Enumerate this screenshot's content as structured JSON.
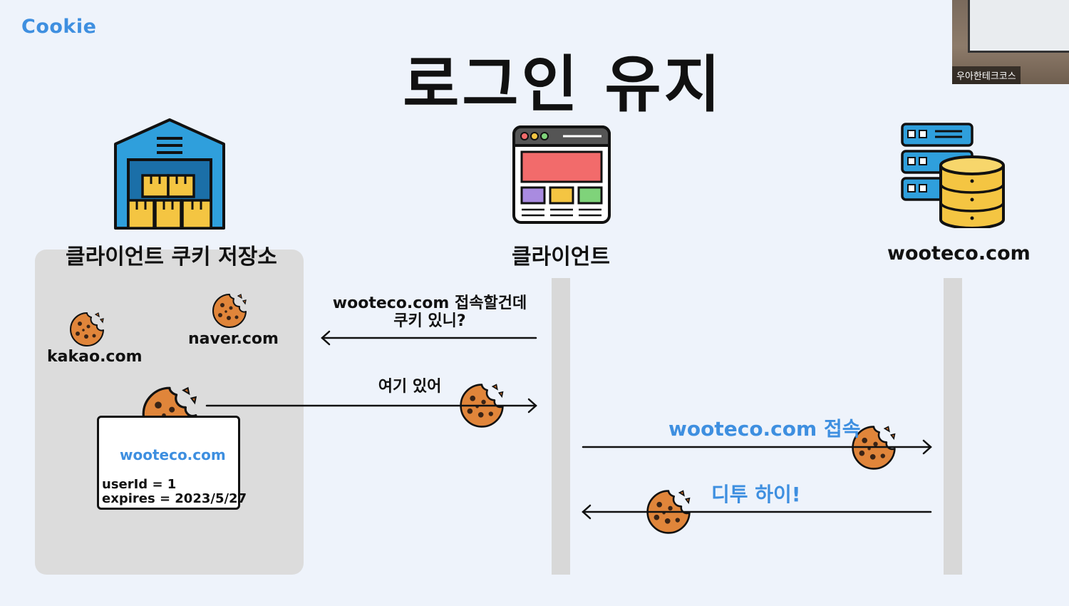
{
  "header": {
    "brand": "Cookie",
    "title": "로그인 유지"
  },
  "webcam": {
    "caption": "우아한테크코스"
  },
  "columns": {
    "storage": "클라이언트 쿠키 저장소",
    "client": "클라이언트",
    "server": "wooteco.com"
  },
  "storage": {
    "cookies": [
      {
        "domain": "kakao.com"
      },
      {
        "domain": "naver.com"
      }
    ],
    "selected_cookie": {
      "domain": "wooteco.com",
      "user_id_line": "userId = 1",
      "expires_line": "expires = 2023/5/27"
    }
  },
  "messages": {
    "ask_line1": "wooteco.com 접속할건데",
    "ask_line2": "쿠키 있니?",
    "reply": "여기 있어",
    "connect": "wooteco.com 접속",
    "greet": "디투 하이!"
  },
  "colors": {
    "accent_blue": "#3e8fe0",
    "cookie": "#e0853a",
    "warehouse": "#2f9fdc",
    "box": "#f4c542"
  },
  "icons": [
    "warehouse-icon",
    "browser-window-icon",
    "server-database-icon",
    "cookie-icon"
  ]
}
